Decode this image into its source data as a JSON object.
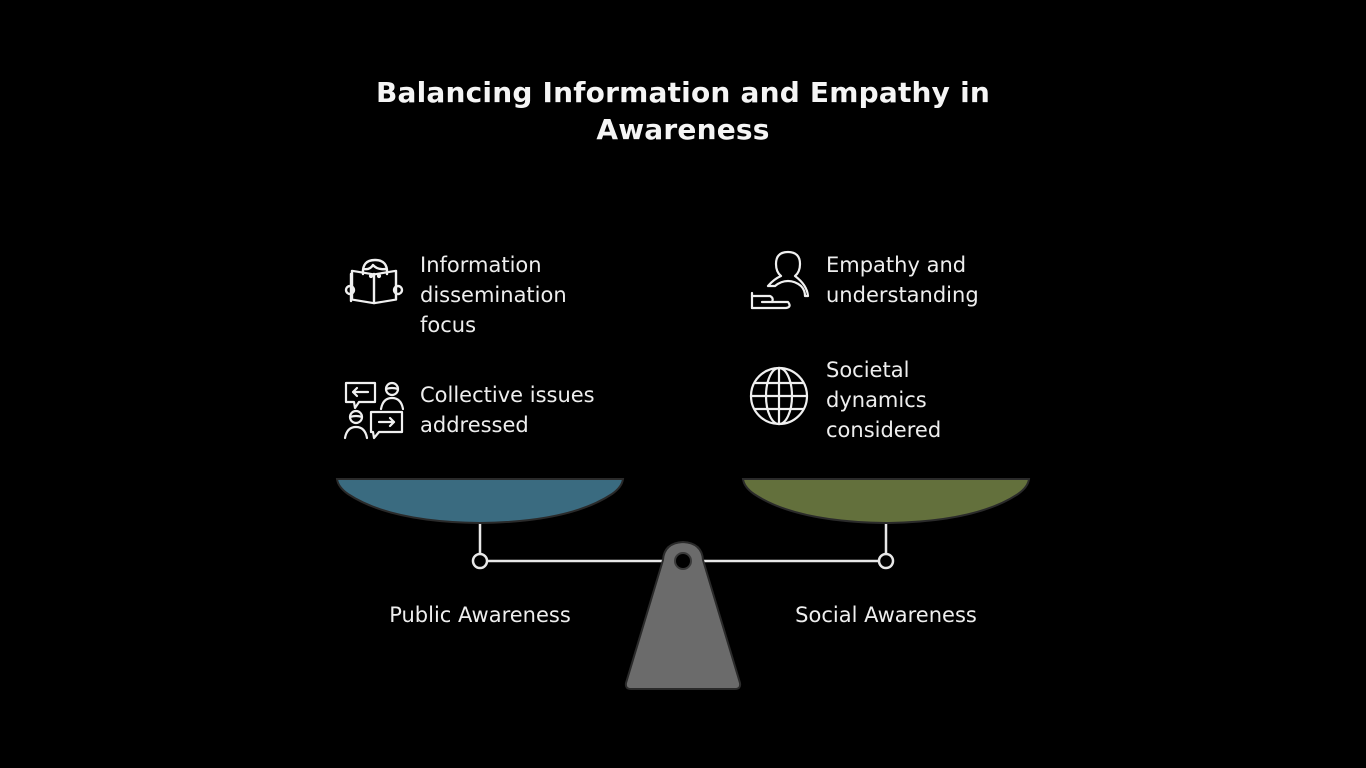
{
  "diagram": {
    "title": "Balancing Information and Empathy in Awareness",
    "type": "balance-scale",
    "colors": {
      "background": "#000000",
      "text": "#f2f2f2",
      "left_pan": "#3a6b80",
      "right_pan": "#63703c",
      "fulcrum": "#6b6b6b",
      "beam": "#e8e8e8"
    },
    "left": {
      "label": "Public Awareness",
      "items": [
        {
          "icon": "reading-person-icon",
          "text": "Information\ndissemination\nfocus"
        },
        {
          "icon": "conversation-icon",
          "text": "Collective issues\naddressed"
        }
      ]
    },
    "right": {
      "label": "Social Awareness",
      "items": [
        {
          "icon": "hand-supporting-person-icon",
          "text": "Empathy and\nunderstanding"
        },
        {
          "icon": "globe-icon",
          "text": "Societal\ndynamics\nconsidered"
        }
      ]
    }
  }
}
